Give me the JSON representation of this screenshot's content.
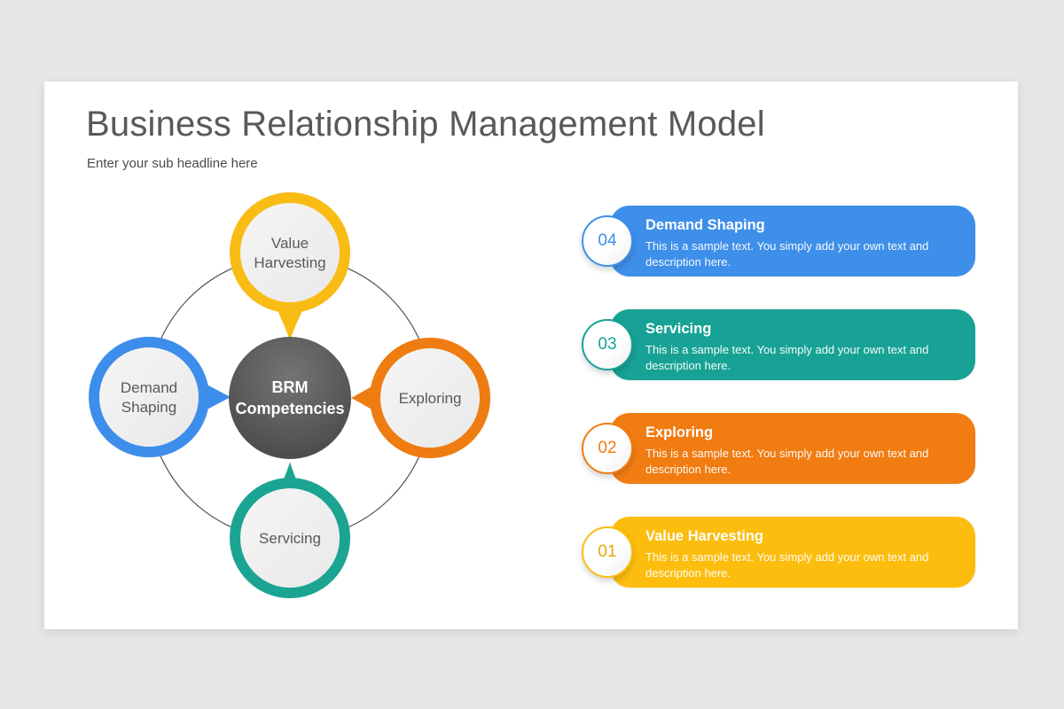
{
  "slide": {
    "title": "Business Relationship Management Model",
    "subtitle": "Enter your sub headline here"
  },
  "diagram": {
    "center": {
      "line1": "BRM",
      "line2": "Competencies",
      "color": "#555555",
      "text_color": "#FFFFFF"
    },
    "nodes": {
      "top": {
        "line1": "Value",
        "line2": "Harvesting",
        "color": "#F8BC15"
      },
      "left": {
        "line1": "Demand",
        "line2": "Shaping",
        "color": "#3D8EEA"
      },
      "right": {
        "line1": "Exploring",
        "color": "#EE7C10"
      },
      "bottom": {
        "line1": "Servicing",
        "color": "#1CA492"
      }
    },
    "label_text_color": "#58595B",
    "connector_color": "#4F4F4F"
  },
  "cards": [
    {
      "number": "04",
      "title": "Demand Shaping",
      "description": "This is a sample text. You simply add your own text and description here.",
      "color": "#3E8FE9"
    },
    {
      "number": "03",
      "title": "Servicing",
      "description": "This is a sample text. You simply add your own text and description here.",
      "color": "#17A295"
    },
    {
      "number": "02",
      "title": "Exploring",
      "description": "This is a sample text. You simply add your own text and description here.",
      "color": "#F07C12"
    },
    {
      "number": "01",
      "title": "Value Harvesting",
      "description": "This is a sample text. You simply add your own text and description here.",
      "color": "#FCBD0E"
    }
  ],
  "colors": {
    "page_background": "#E8E6E7",
    "slide_background": "#FFFFFF",
    "title_text": "#58595B",
    "subtitle_text": "#4A4A4A",
    "node_inner_fill": "#EFEFEF"
  }
}
